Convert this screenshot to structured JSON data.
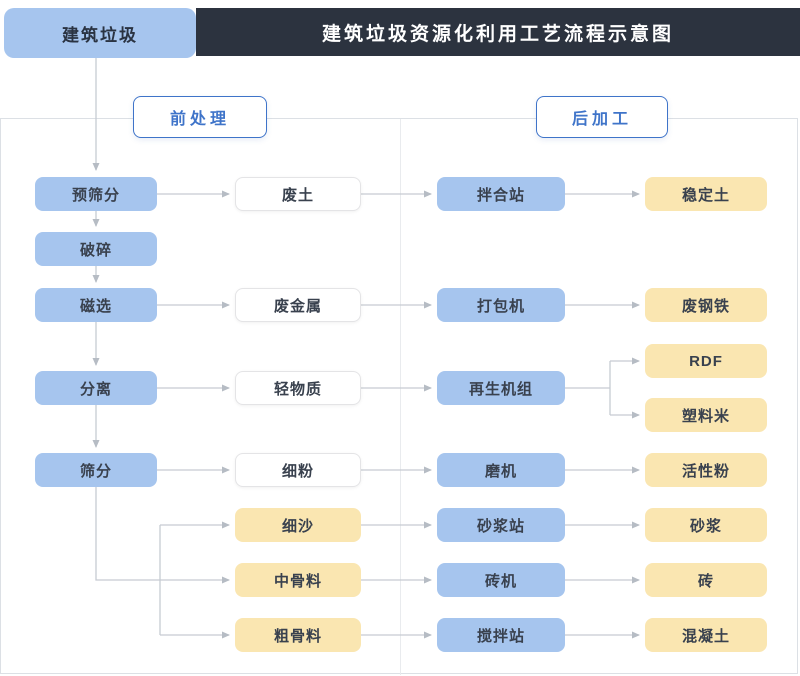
{
  "header": {
    "badge": "建筑垃圾",
    "title": "建筑垃圾资源化利用工艺流程示意图"
  },
  "sections": {
    "pre": "前处理",
    "post": "后加工"
  },
  "nodes": {
    "process": [
      "预筛分",
      "破碎",
      "磁选",
      "分离",
      "筛分"
    ],
    "outputs": [
      "废土",
      "废金属",
      "轻物质",
      "细粉",
      "细沙",
      "中骨料",
      "粗骨料"
    ],
    "equipment": [
      "拌合站",
      "打包机",
      "再生机组",
      "磨机",
      "砂浆站",
      "砖机",
      "搅拌站"
    ],
    "products": [
      "稳定土",
      "废钢铁",
      "RDF",
      "塑料米",
      "活性粉",
      "砂浆",
      "砖",
      "混凝土"
    ]
  },
  "colors": {
    "header_bg": "#2c333f",
    "blue_node": "#a6c5ee",
    "yellow_node": "#fae6b1",
    "white_node": "#ffffff",
    "accent": "#3f74c9",
    "arrow": "#c6cbd2",
    "panel_border": "#dce0e5",
    "node_text": "#39414e"
  }
}
